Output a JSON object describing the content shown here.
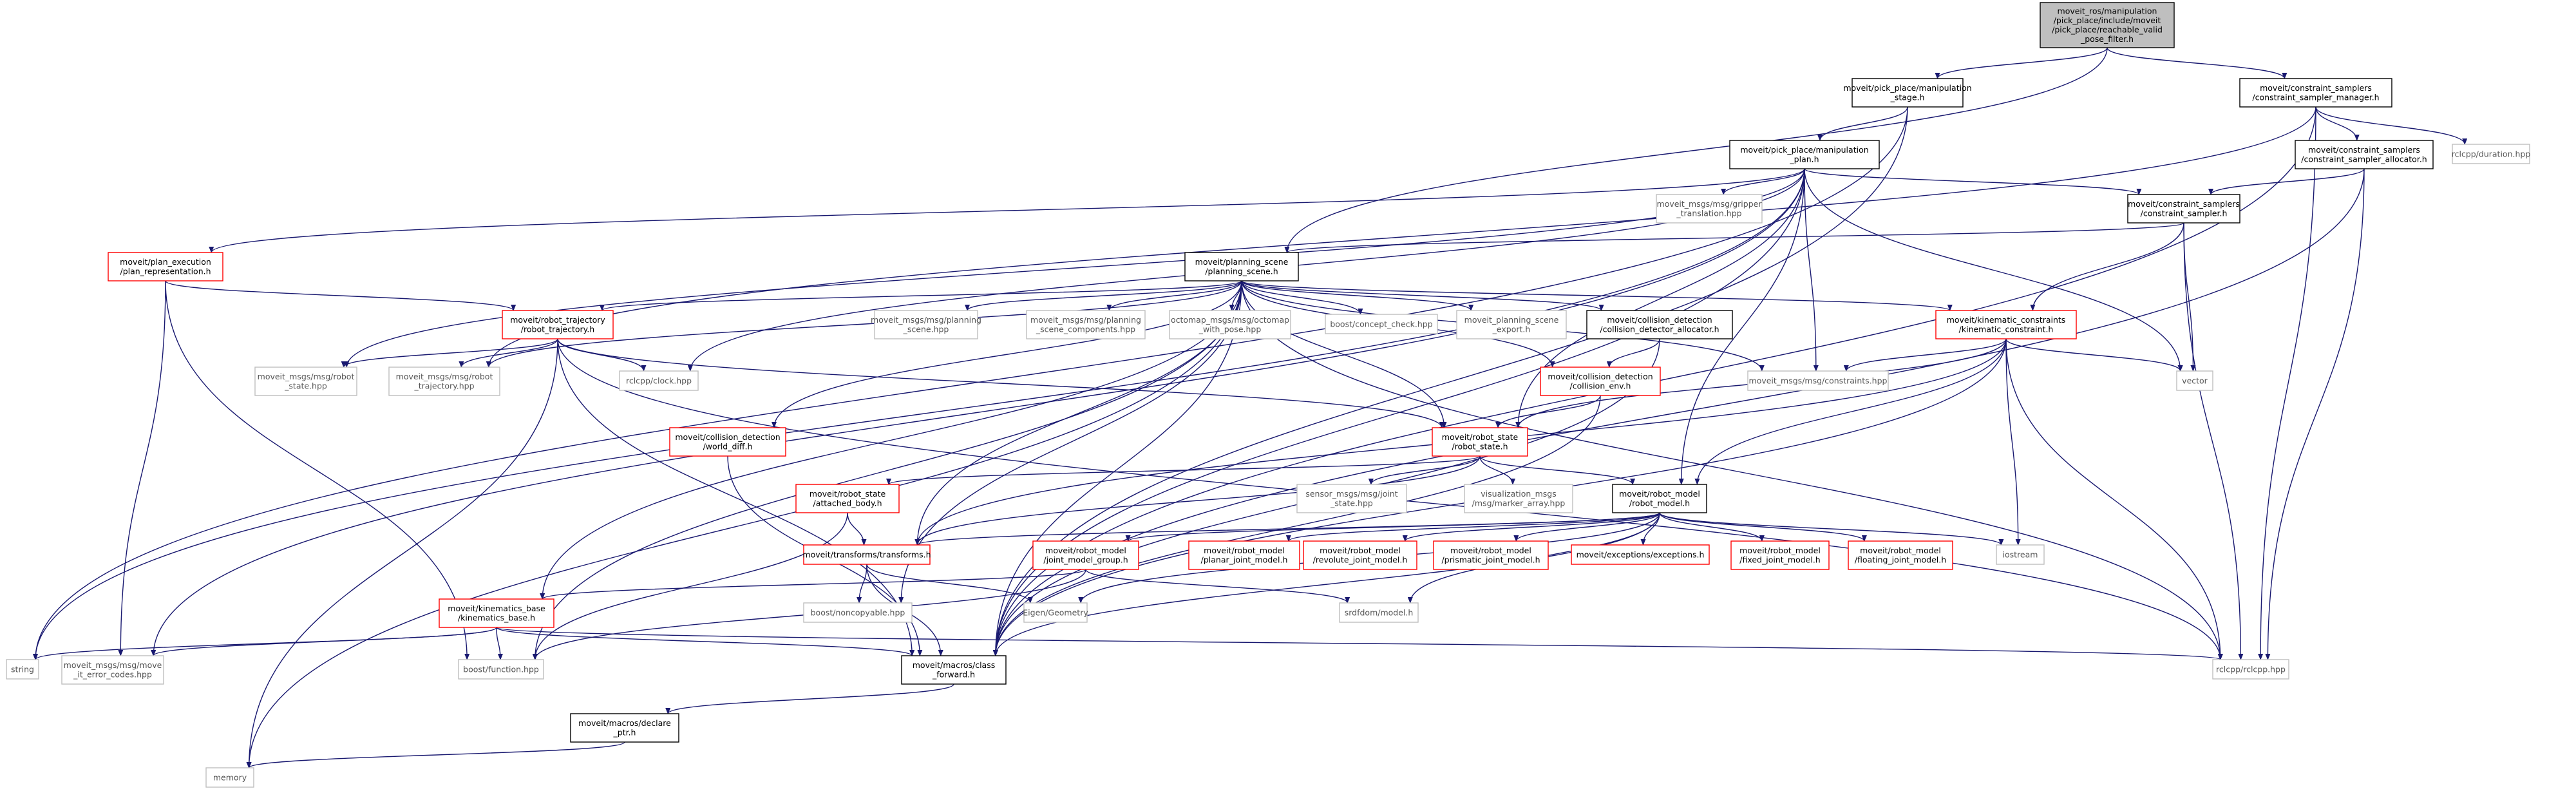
{
  "colors": {
    "edge": "#191970",
    "root_fill": "#bfbfbf",
    "root_border": "#000000",
    "black_border": "#000000",
    "red_border": "#ff0000",
    "grey_border": "#bfbfbf",
    "node_fill": "#ffffff",
    "text": "#000000"
  },
  "nodes": [
    {
      "id": "root",
      "lines": [
        "moveit_ros/manipulation",
        "/pick_place/include/moveit",
        "/pick_place/reachable_valid",
        "_pose_filter.h"
      ],
      "style": "root"
    },
    {
      "id": "manip_stage",
      "lines": [
        "moveit/pick_place/manipulation",
        "_stage.h"
      ],
      "style": "black"
    },
    {
      "id": "css_mgr",
      "lines": [
        "moveit/constraint_samplers",
        "/constraint_sampler_manager.h"
      ],
      "style": "black"
    },
    {
      "id": "manip_plan",
      "lines": [
        "moveit/pick_place/manipulation",
        "_plan.h"
      ],
      "style": "black"
    },
    {
      "id": "css_alloc",
      "lines": [
        "moveit/constraint_samplers",
        "/constraint_sampler_allocator.h"
      ],
      "style": "black"
    },
    {
      "id": "rclcpp_duration",
      "lines": [
        "rclcpp/duration.hpp"
      ],
      "style": "grey"
    },
    {
      "id": "gripper",
      "lines": [
        "moveit_msgs/msg/gripper",
        "_translation.hpp"
      ],
      "style": "grey"
    },
    {
      "id": "cs",
      "lines": [
        "moveit/constraint_samplers",
        "/constraint_sampler.h"
      ],
      "style": "black"
    },
    {
      "id": "plan_exec",
      "lines": [
        "moveit/plan_execution",
        "/plan_representation.h"
      ],
      "style": "red"
    },
    {
      "id": "planning_scene",
      "lines": [
        "moveit/planning_scene",
        "/planning_scene.h"
      ],
      "style": "black"
    },
    {
      "id": "robot_traj",
      "lines": [
        "moveit/robot_trajectory",
        "/robot_trajectory.h"
      ],
      "style": "red"
    },
    {
      "id": "ps_hpp",
      "lines": [
        "moveit_msgs/msg/planning",
        "_scene.hpp"
      ],
      "style": "grey"
    },
    {
      "id": "psc_hpp",
      "lines": [
        "moveit_msgs/msg/planning",
        "_scene_components.hpp"
      ],
      "style": "grey"
    },
    {
      "id": "octomap",
      "lines": [
        "octomap_msgs/msg/octomap",
        "_with_pose.hpp"
      ],
      "style": "grey"
    },
    {
      "id": "concept",
      "lines": [
        "boost/concept_check.hpp"
      ],
      "style": "grey"
    },
    {
      "id": "ps_export",
      "lines": [
        "moveit_planning_scene",
        "_export.h"
      ],
      "style": "grey"
    },
    {
      "id": "cd_alloc",
      "lines": [
        "moveit/collision_detection",
        "/collision_detector_allocator.h"
      ],
      "style": "black"
    },
    {
      "id": "kc",
      "lines": [
        "moveit/kinematic_constraints",
        "/kinematic_constraint.h"
      ],
      "style": "red"
    },
    {
      "id": "vector",
      "lines": [
        "vector"
      ],
      "style": "grey"
    },
    {
      "id": "robot_state_hpp",
      "lines": [
        "moveit_msgs/msg/robot",
        "_state.hpp"
      ],
      "style": "grey"
    },
    {
      "id": "robot_traj_hpp",
      "lines": [
        "moveit_msgs/msg/robot",
        "_trajectory.hpp"
      ],
      "style": "grey"
    },
    {
      "id": "clock",
      "lines": [
        "rclcpp/clock.hpp"
      ],
      "style": "grey"
    },
    {
      "id": "cd_env",
      "lines": [
        "moveit/collision_detection",
        "/collision_env.h"
      ],
      "style": "red"
    },
    {
      "id": "constraints_hpp",
      "lines": [
        "moveit_msgs/msg/constraints.hpp"
      ],
      "style": "grey"
    },
    {
      "id": "world_diff",
      "lines": [
        "moveit/collision_detection",
        "/world_diff.h"
      ],
      "style": "red"
    },
    {
      "id": "robot_state",
      "lines": [
        "moveit/robot_state",
        "/robot_state.h"
      ],
      "style": "red"
    },
    {
      "id": "sensor",
      "lines": [
        "sensor_msgs/msg/joint",
        "_state.hpp"
      ],
      "style": "grey"
    },
    {
      "id": "viz",
      "lines": [
        "visualization_msgs",
        "/msg/marker_array.hpp"
      ],
      "style": "grey"
    },
    {
      "id": "attached",
      "lines": [
        "moveit/robot_state",
        "/attached_body.h"
      ],
      "style": "red"
    },
    {
      "id": "robot_model",
      "lines": [
        "moveit/robot_model",
        "/robot_model.h"
      ],
      "style": "black"
    },
    {
      "id": "transforms",
      "lines": [
        "moveit/transforms/transforms.h"
      ],
      "style": "red"
    },
    {
      "id": "jmg",
      "lines": [
        "moveit/robot_model",
        "/joint_model_group.h"
      ],
      "style": "red"
    },
    {
      "id": "planar",
      "lines": [
        "moveit/robot_model",
        "/planar_joint_model.h"
      ],
      "style": "red"
    },
    {
      "id": "revolute",
      "lines": [
        "moveit/robot_model",
        "/revolute_joint_model.h"
      ],
      "style": "red"
    },
    {
      "id": "prismatic",
      "lines": [
        "moveit/robot_model",
        "/prismatic_joint_model.h"
      ],
      "style": "red"
    },
    {
      "id": "exceptions",
      "lines": [
        "moveit/exceptions/exceptions.h"
      ],
      "style": "red"
    },
    {
      "id": "fixed",
      "lines": [
        "moveit/robot_model",
        "/fixed_joint_model.h"
      ],
      "style": "red"
    },
    {
      "id": "floating",
      "lines": [
        "moveit/robot_model",
        "/floating_joint_model.h"
      ],
      "style": "red"
    },
    {
      "id": "iostream",
      "lines": [
        "iostream"
      ],
      "style": "grey"
    },
    {
      "id": "kin_base",
      "lines": [
        "moveit/kinematics_base",
        "/kinematics_base.h"
      ],
      "style": "red"
    },
    {
      "id": "noncopyable",
      "lines": [
        "boost/noncopyable.hpp"
      ],
      "style": "grey"
    },
    {
      "id": "eigen",
      "lines": [
        "Eigen/Geometry"
      ],
      "style": "grey"
    },
    {
      "id": "srdf",
      "lines": [
        "srdfdom/model.h"
      ],
      "style": "grey"
    },
    {
      "id": "string",
      "lines": [
        "string"
      ],
      "style": "grey"
    },
    {
      "id": "move_it_err",
      "lines": [
        "moveit_msgs/msg/move",
        "_it_error_codes.hpp"
      ],
      "style": "grey"
    },
    {
      "id": "bfunc",
      "lines": [
        "boost/function.hpp"
      ],
      "style": "grey"
    },
    {
      "id": "class_fwd",
      "lines": [
        "moveit/macros/class",
        "_forward.h"
      ],
      "style": "black"
    },
    {
      "id": "rclcpp",
      "lines": [
        "rclcpp/rclcpp.hpp"
      ],
      "style": "grey"
    },
    {
      "id": "declare_ptr",
      "lines": [
        "moveit/macros/declare",
        "_ptr.h"
      ],
      "style": "black"
    },
    {
      "id": "memory",
      "lines": [
        "memory"
      ],
      "style": "grey"
    }
  ],
  "edges": [
    [
      "root",
      "manip_stage"
    ],
    [
      "root",
      "css_mgr"
    ],
    [
      "root",
      "planning_scene"
    ],
    [
      "manip_stage",
      "manip_plan"
    ],
    [
      "manip_stage",
      "string"
    ],
    [
      "manip_stage",
      "class_fwd"
    ],
    [
      "css_mgr",
      "css_alloc"
    ],
    [
      "css_mgr",
      "rclcpp_duration"
    ],
    [
      "css_mgr",
      "rclcpp"
    ],
    [
      "css_mgr",
      "class_fwd"
    ],
    [
      "css_mgr",
      "robot_traj_hpp"
    ],
    [
      "css_alloc",
      "cs"
    ],
    [
      "css_alloc",
      "class_fwd"
    ],
    [
      "css_alloc",
      "rclcpp"
    ],
    [
      "manip_plan",
      "cs"
    ],
    [
      "manip_plan",
      "gripper"
    ],
    [
      "manip_plan",
      "plan_exec"
    ],
    [
      "manip_plan",
      "robot_state"
    ],
    [
      "manip_plan",
      "robot_model"
    ],
    [
      "manip_plan",
      "vector"
    ],
    [
      "manip_plan",
      "string"
    ],
    [
      "manip_plan",
      "move_it_err"
    ],
    [
      "manip_plan",
      "constraints_hpp"
    ],
    [
      "manip_plan",
      "robot_state_hpp"
    ],
    [
      "manip_plan",
      "clock"
    ],
    [
      "manip_plan",
      "class_fwd"
    ],
    [
      "cs",
      "planning_scene"
    ],
    [
      "cs",
      "kc"
    ],
    [
      "cs",
      "vector"
    ],
    [
      "cs",
      "rclcpp"
    ],
    [
      "plan_exec",
      "robot_traj"
    ],
    [
      "plan_exec",
      "move_it_err"
    ],
    [
      "plan_exec",
      "bfunc"
    ],
    [
      "planning_scene",
      "robot_traj"
    ],
    [
      "planning_scene",
      "ps_hpp"
    ],
    [
      "planning_scene",
      "psc_hpp"
    ],
    [
      "planning_scene",
      "octomap"
    ],
    [
      "planning_scene",
      "concept"
    ],
    [
      "planning_scene",
      "ps_export"
    ],
    [
      "planning_scene",
      "cd_alloc"
    ],
    [
      "planning_scene",
      "kc"
    ],
    [
      "planning_scene",
      "robot_state"
    ],
    [
      "planning_scene",
      "cd_env"
    ],
    [
      "planning_scene",
      "world_diff"
    ],
    [
      "planning_scene",
      "transforms"
    ],
    [
      "planning_scene",
      "kin_base"
    ],
    [
      "planning_scene",
      "noncopyable"
    ],
    [
      "planning_scene",
      "bfunc"
    ],
    [
      "planning_scene",
      "memory"
    ],
    [
      "planning_scene",
      "class_fwd"
    ],
    [
      "planning_scene",
      "constraints_hpp"
    ],
    [
      "planning_scene",
      "robot_traj_hpp"
    ],
    [
      "planning_scene",
      "rclcpp"
    ],
    [
      "robot_traj",
      "robot_state_hpp"
    ],
    [
      "robot_traj",
      "robot_traj_hpp"
    ],
    [
      "robot_traj",
      "clock"
    ],
    [
      "robot_traj",
      "robot_state"
    ],
    [
      "robot_traj",
      "memory"
    ],
    [
      "robot_traj",
      "class_fwd"
    ],
    [
      "robot_traj",
      "rclcpp"
    ],
    [
      "cd_alloc",
      "cd_env"
    ],
    [
      "cd_alloc",
      "class_fwd"
    ],
    [
      "kc",
      "constraints_hpp"
    ],
    [
      "kc",
      "vector"
    ],
    [
      "kc",
      "iostream"
    ],
    [
      "kc",
      "robot_model"
    ],
    [
      "kc",
      "robot_state"
    ],
    [
      "kc",
      "transforms"
    ],
    [
      "kc",
      "class_fwd"
    ],
    [
      "kc",
      "rclcpp"
    ],
    [
      "cd_env",
      "robot_state"
    ],
    [
      "cd_env",
      "class_fwd"
    ],
    [
      "world_diff",
      "class_fwd"
    ],
    [
      "robot_state",
      "sensor"
    ],
    [
      "robot_state",
      "viz"
    ],
    [
      "robot_state",
      "attached"
    ],
    [
      "robot_state",
      "robot_model"
    ],
    [
      "robot_state",
      "transforms"
    ],
    [
      "attached",
      "transforms"
    ],
    [
      "attached",
      "bfunc"
    ],
    [
      "robot_model",
      "jmg"
    ],
    [
      "robot_model",
      "planar"
    ],
    [
      "robot_model",
      "revolute"
    ],
    [
      "robot_model",
      "prismatic"
    ],
    [
      "robot_model",
      "exceptions"
    ],
    [
      "robot_model",
      "fixed"
    ],
    [
      "robot_model",
      "floating"
    ],
    [
      "robot_model",
      "iostream"
    ],
    [
      "robot_model",
      "srdf"
    ],
    [
      "robot_model",
      "eigen"
    ],
    [
      "robot_model",
      "transforms"
    ],
    [
      "robot_model",
      "class_fwd"
    ],
    [
      "transforms",
      "noncopyable"
    ],
    [
      "transforms",
      "eigen"
    ],
    [
      "transforms",
      "class_fwd"
    ],
    [
      "jmg",
      "kin_base"
    ],
    [
      "jmg",
      "srdf"
    ],
    [
      "jmg",
      "bfunc"
    ],
    [
      "kin_base",
      "string"
    ],
    [
      "kin_base",
      "move_it_err"
    ],
    [
      "kin_base",
      "bfunc"
    ],
    [
      "kin_base",
      "class_fwd"
    ],
    [
      "kin_base",
      "rclcpp"
    ],
    [
      "class_fwd",
      "declare_ptr"
    ],
    [
      "declare_ptr",
      "memory"
    ]
  ]
}
